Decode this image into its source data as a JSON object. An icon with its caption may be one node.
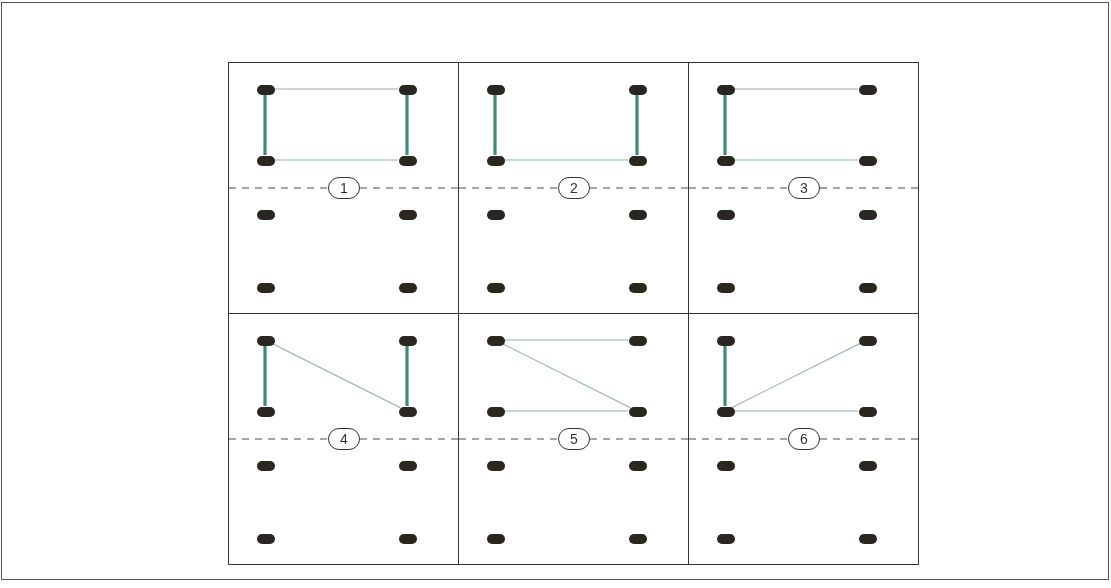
{
  "diagram": {
    "nodes": [
      {
        "text": [],
        "shape": "box"
      },
      {
        "text": [
          "1"
        ],
        "in": 0
      },
      {
        "text": [],
        "shape": "circle",
        "in": 0
      },
      {
        "text": [],
        "shape": "circle",
        "in": 0
      },
      {
        "text": [],
        "shape": "circle",
        "in": 0
      },
      {
        "text": [],
        "shape": "circle",
        "in": 0
      },
      {
        "text": [],
        "shape": "circle",
        "in": 0
      },
      {
        "text": [],
        "shape": "circle",
        "in": 0
      },
      {
        "text": [],
        "shape": "circle",
        "in": 0
      },
      {
        "text": [],
        "shape": "circle",
        "in": 0
      },
      {
        "text": [],
        "shape": "box"
      },
      {
        "text": [
          "2"
        ],
        "in": 10
      },
      {
        "text": [],
        "shape": "circle",
        "in": 10
      },
      {
        "text": [],
        "shape": "circle",
        "in": 10
      },
      {
        "text": [],
        "shape": "circle",
        "in": 10
      },
      {
        "text": [],
        "shape": "circle",
        "in": 10
      },
      {
        "text": [],
        "shape": "circle",
        "in": 10
      },
      {
        "text": [],
        "shape": "circle",
        "in": 10
      },
      {
        "text": [],
        "shape": "circle",
        "in": 10
      },
      {
        "text": [],
        "shape": "circle",
        "in": 10
      },
      {
        "text": [],
        "shape": "box"
      },
      {
        "text": [
          "3"
        ],
        "in": 20
      },
      {
        "text": [],
        "shape": "circle",
        "in": 20
      },
      {
        "text": [],
        "shape": "circle",
        "in": 20
      },
      {
        "text": [],
        "shape": "circle",
        "in": 20
      },
      {
        "text": [],
        "shape": "circle",
        "in": 20
      },
      {
        "text": [],
        "shape": "circle",
        "in": 20
      },
      {
        "text": [],
        "shape": "circle",
        "in": 20
      },
      {
        "text": [],
        "shape": "circle",
        "in": 20
      },
      {
        "text": [],
        "shape": "circle",
        "in": 20
      },
      {
        "text": [],
        "shape": "box"
      },
      {
        "text": [
          "4"
        ],
        "in": 30
      },
      {
        "text": [],
        "shape": "circle",
        "in": 30
      },
      {
        "text": [],
        "shape": "circle",
        "in": 30
      },
      {
        "text": [],
        "shape": "circle",
        "in": 30
      },
      {
        "text": [],
        "shape": "circle",
        "in": 30
      },
      {
        "text": [],
        "shape": "circle",
        "in": 30
      },
      {
        "text": [],
        "shape": "circle",
        "in": 30
      },
      {
        "text": [],
        "shape": "circle",
        "in": 30
      },
      {
        "text": [],
        "shape": "circle",
        "in": 30
      },
      {
        "text": [],
        "shape": "box"
      },
      {
        "text": [
          "5"
        ],
        "in": 40
      },
      {
        "text": [],
        "shape": "circle",
        "in": 40
      },
      {
        "text": [],
        "shape": "circle",
        "in": 40
      },
      {
        "text": [],
        "shape": "circle",
        "in": 40
      },
      {
        "text": [],
        "shape": "circle",
        "in": 40
      },
      {
        "text": [],
        "shape": "circle",
        "in": 40
      },
      {
        "text": [],
        "shape": "circle",
        "in": 40
      },
      {
        "text": [],
        "shape": "circle",
        "in": 40
      },
      {
        "text": [],
        "shape": "circle",
        "in": 40
      },
      {
        "text": [],
        "shape": "box"
      },
      {
        "text": [
          "6"
        ],
        "in": 50
      },
      {
        "text": [],
        "shape": "circle",
        "in": 50
      },
      {
        "text": [],
        "shape": "circle",
        "in": 50
      },
      {
        "text": [],
        "shape": "circle",
        "in": 50
      },
      {
        "text": [],
        "shape": "circle",
        "in": 50
      },
      {
        "text": [],
        "shape": "circle",
        "in": 50
      },
      {
        "text": [],
        "shape": "circle",
        "in": 50
      },
      {
        "text": [],
        "shape": "circle",
        "in": 50
      },
      {
        "text": [],
        "shape": "circle",
        "in": 50
      }
    ],
    "edges": [
      {
        "from": 2,
        "to": 4,
        "arrow": "none",
        "style": "thick",
        "color": "#3e8a78"
      },
      {
        "from": 3,
        "to": 5,
        "arrow": "none",
        "style": "thick",
        "color": "#3e8a78"
      },
      {
        "from": 2,
        "to": 3,
        "arrow": "none"
      },
      {
        "from": 4,
        "to": 5,
        "arrow": "none"
      },
      {
        "from": 12,
        "to": 14,
        "arrow": "none",
        "style": "thick",
        "color": "#3e8a78"
      },
      {
        "from": 13,
        "to": 15,
        "arrow": "none",
        "style": "thick",
        "color": "#3e8a78"
      },
      {
        "from": 14,
        "to": 15,
        "arrow": "none"
      },
      {
        "from": 22,
        "to": 24,
        "arrow": "none",
        "style": "thick",
        "color": "#3e8a78"
      },
      {
        "from": 22,
        "to": 23,
        "arrow": "none"
      },
      {
        "from": 24,
        "to": 25,
        "arrow": "none"
      },
      {
        "from": 32,
        "to": 34,
        "arrow": "none",
        "style": "thick",
        "color": "#3e8a78"
      },
      {
        "from": 32,
        "to": 35,
        "arrow": "none"
      },
      {
        "from": 33,
        "to": 35,
        "arrow": "none",
        "style": "thick",
        "color": "#3e8a78"
      },
      {
        "from": 42,
        "to": 43,
        "arrow": "none"
      },
      {
        "from": 42,
        "to": 45,
        "arrow": "none"
      },
      {
        "from": 44,
        "to": 45,
        "arrow": "none"
      },
      {
        "from": 52,
        "to": 54,
        "arrow": "none",
        "style": "thick",
        "color": "#3e8a78"
      },
      {
        "from": 54,
        "to": 53,
        "arrow": "none"
      },
      {
        "from": 54,
        "to": 55,
        "arrow": "none"
      }
    ]
  }
}
